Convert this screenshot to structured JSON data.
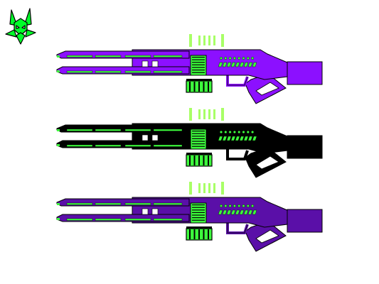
{
  "logo": {
    "icon": "wolf-head-icon",
    "fill": "#00ff2a",
    "stroke": "#000000"
  },
  "rifles": [
    {
      "name": "violet",
      "body_color": "#8c10ff",
      "accent_color": "#3dff3d",
      "light_accent": "#a8ff66"
    },
    {
      "name": "black",
      "body_color": "#000000",
      "accent_color": "#3dff3d",
      "light_accent": "#a8ff66"
    },
    {
      "name": "indigo",
      "body_color": "#5a0fa8",
      "accent_color": "#3dff3d",
      "light_accent": "#a8ff66"
    }
  ]
}
